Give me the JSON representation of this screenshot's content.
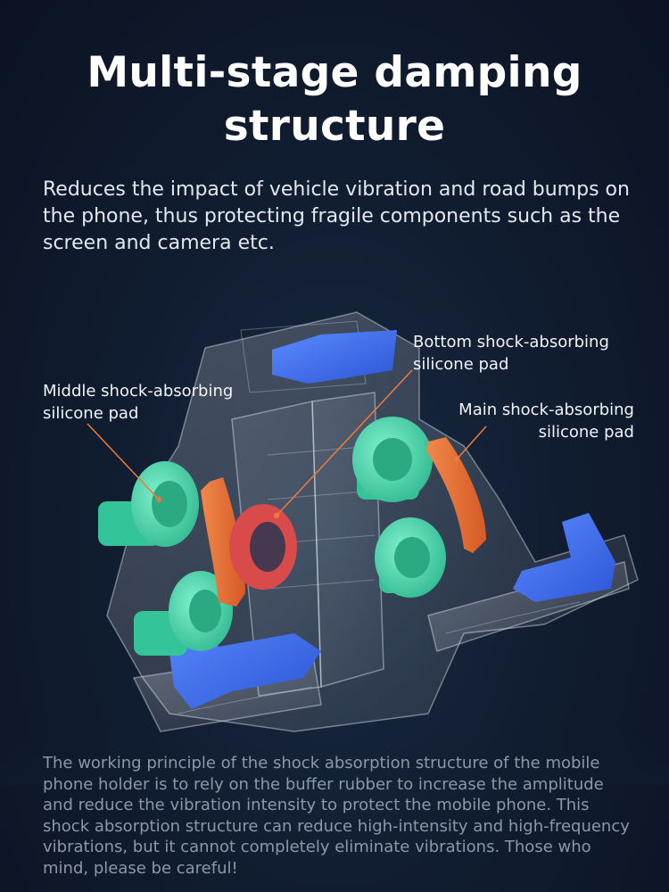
{
  "header": {
    "title_line1": "Multi-stage damping",
    "title_line2": "structure",
    "subtitle": "Reduces the impact of vehicle vibration and road bumps on the phone, thus protecting fragile components such as the screen and camera etc."
  },
  "callouts": {
    "middle_line1": "Middle shock-absorbing",
    "middle_line2": "silicone pad",
    "bottom_line1": "Bottom shock-absorbing",
    "bottom_line2": "silicone pad",
    "main_line1": "Main shock-absorbing",
    "main_line2": "silicone pad"
  },
  "note": {
    "text": "The working principle of the shock absorption structure of the mobile phone holder is to rely on the buffer rubber to increase the amplitude and reduce the vibration intensity to protect the mobile phone. This shock absorption structure can reduce high-intensity and high-frequency vibrations, but it cannot completely eliminate vibrations. Those who mind, please be careful!"
  },
  "colors": {
    "background": "#111d31",
    "green_pad": "#3fcfa6",
    "orange_pad": "#e8743a",
    "red_ring": "#d94a4a",
    "blue_clip": "#3b6ee8",
    "leader_line": "#f07a3a"
  }
}
